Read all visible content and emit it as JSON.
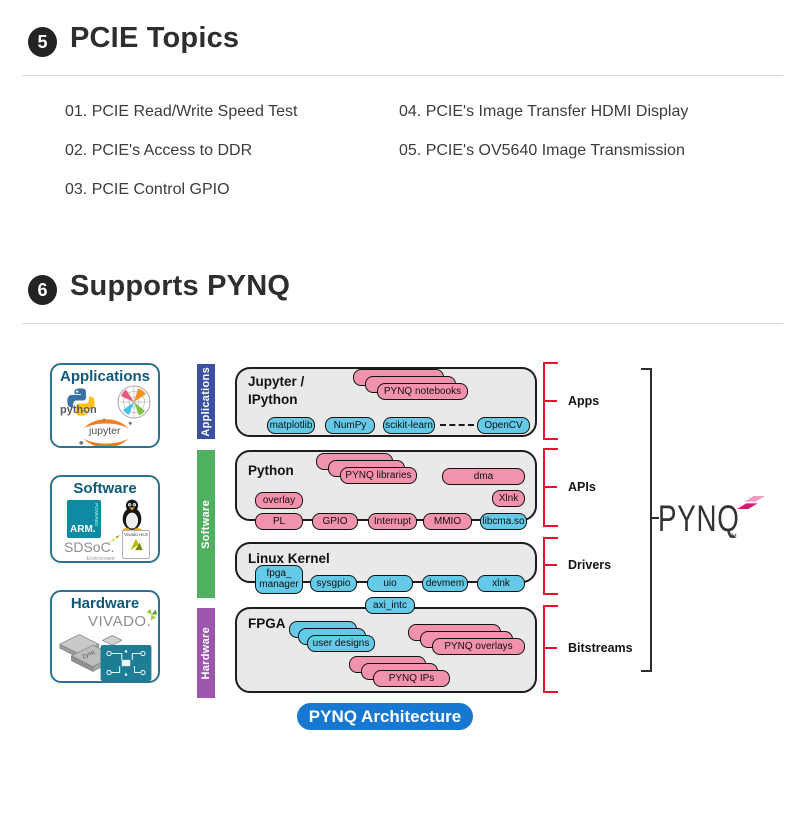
{
  "colors": {
    "bar_applications": "#3c50a2",
    "bar_software": "#4fb05f",
    "bar_hardware": "#9c56ab",
    "chip_pink": "#f392ad",
    "chip_blue": "#64cae8",
    "bracket_red": "#e8112d",
    "badge_blue": "#1778d2"
  },
  "pcie": {
    "number": "5",
    "title": "PCIE Topics",
    "col1": [
      "01. PCIE Read/Write Speed Test",
      "02. PCIE's Access to DDR",
      "03. PCIE Control GPIO"
    ],
    "col2": [
      "04. PCIE's Image Transfer HDMI Display",
      "05. PCIE's OV5640 Image Transmission"
    ]
  },
  "pynq": {
    "number": "6",
    "title": "Supports PYNQ",
    "caption": "PYNQ Architecture",
    "logo": {
      "text": "PYNQ",
      "tm": "TM"
    },
    "left_panels": {
      "applications": {
        "title": "Applications",
        "python_label": "python",
        "jupyter_label": "jupyter"
      },
      "software": {
        "title": "Software",
        "arm": "ARM.",
        "arm_powered": "POWERED",
        "sdsoc": "SDSoC.",
        "sdsoc_sub": "Environment",
        "hls": "Vivado HLS"
      },
      "hardware": {
        "title": "Hardware",
        "vivado": "VIVADO.",
        "chip": "Zynq"
      }
    },
    "bars": [
      {
        "label": "Applications"
      },
      {
        "label": "Software"
      },
      {
        "label": "Hardware"
      }
    ],
    "layers": {
      "jupyter": {
        "title1": "Jupyter /",
        "title2": "IPython",
        "notebooks": "PYNQ notebooks",
        "libs": [
          "matplotlib",
          "NumPy",
          "scikit-learn",
          "OpenCV"
        ]
      },
      "python": {
        "title": "Python",
        "libraries": "PYNQ libraries",
        "dma": "dma",
        "overlay": "overlay",
        "xlnk": "Xlnk",
        "bottom": [
          "PL",
          "GPIO",
          "Interrupt",
          "MMIO",
          "libcma.so"
        ]
      },
      "linux": {
        "title": "Linux Kernel",
        "fpga1": "fpga_",
        "fpga2": "manager",
        "bottom": [
          "sysgpio",
          "uio",
          "devmem",
          "xlnk"
        ],
        "axi": "axi_intc"
      },
      "fpga": {
        "title": "FPGA",
        "user_designs": "user designs",
        "overlays": "PYNQ overlays",
        "ips": "PYNQ IPs"
      }
    },
    "bracket_labels": [
      "Apps",
      "APIs",
      "Drivers",
      "Bitstreams"
    ]
  }
}
